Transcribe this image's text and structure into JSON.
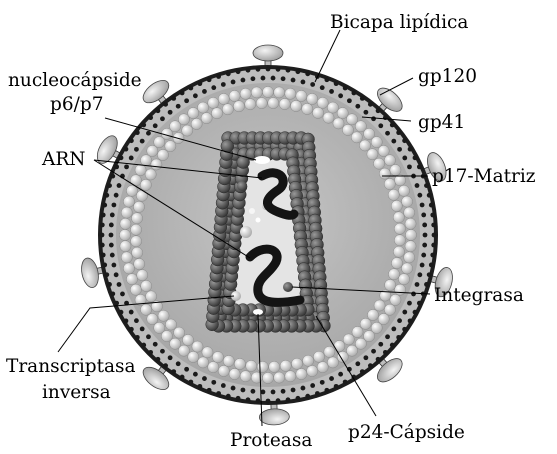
{
  "diagram": {
    "labels": {
      "bicapa": "Bicapa lipídica",
      "nucleocapside": "nucleocápside",
      "p6p7": "p6/p7",
      "gp120": "gp120",
      "gp41": "gp41",
      "arn": "ARN",
      "p17": "p17-Matriz",
      "integrasa": "Integrasa",
      "transcriptasa_1": "Transcriptasa",
      "transcriptasa_2": "inversa",
      "p24": "p24-Cápside",
      "proteasa": "Proteasa"
    },
    "colors": {
      "envelope_bg": "#b8b8b8",
      "lipid_dots": "#1a1a1a",
      "matrix_beads": "#eeeeee",
      "capsid_beads": "#5a5a5a",
      "capsid_interior": "#e6e6e6",
      "rna": "#111111",
      "spike": "#c8c8c8"
    }
  }
}
